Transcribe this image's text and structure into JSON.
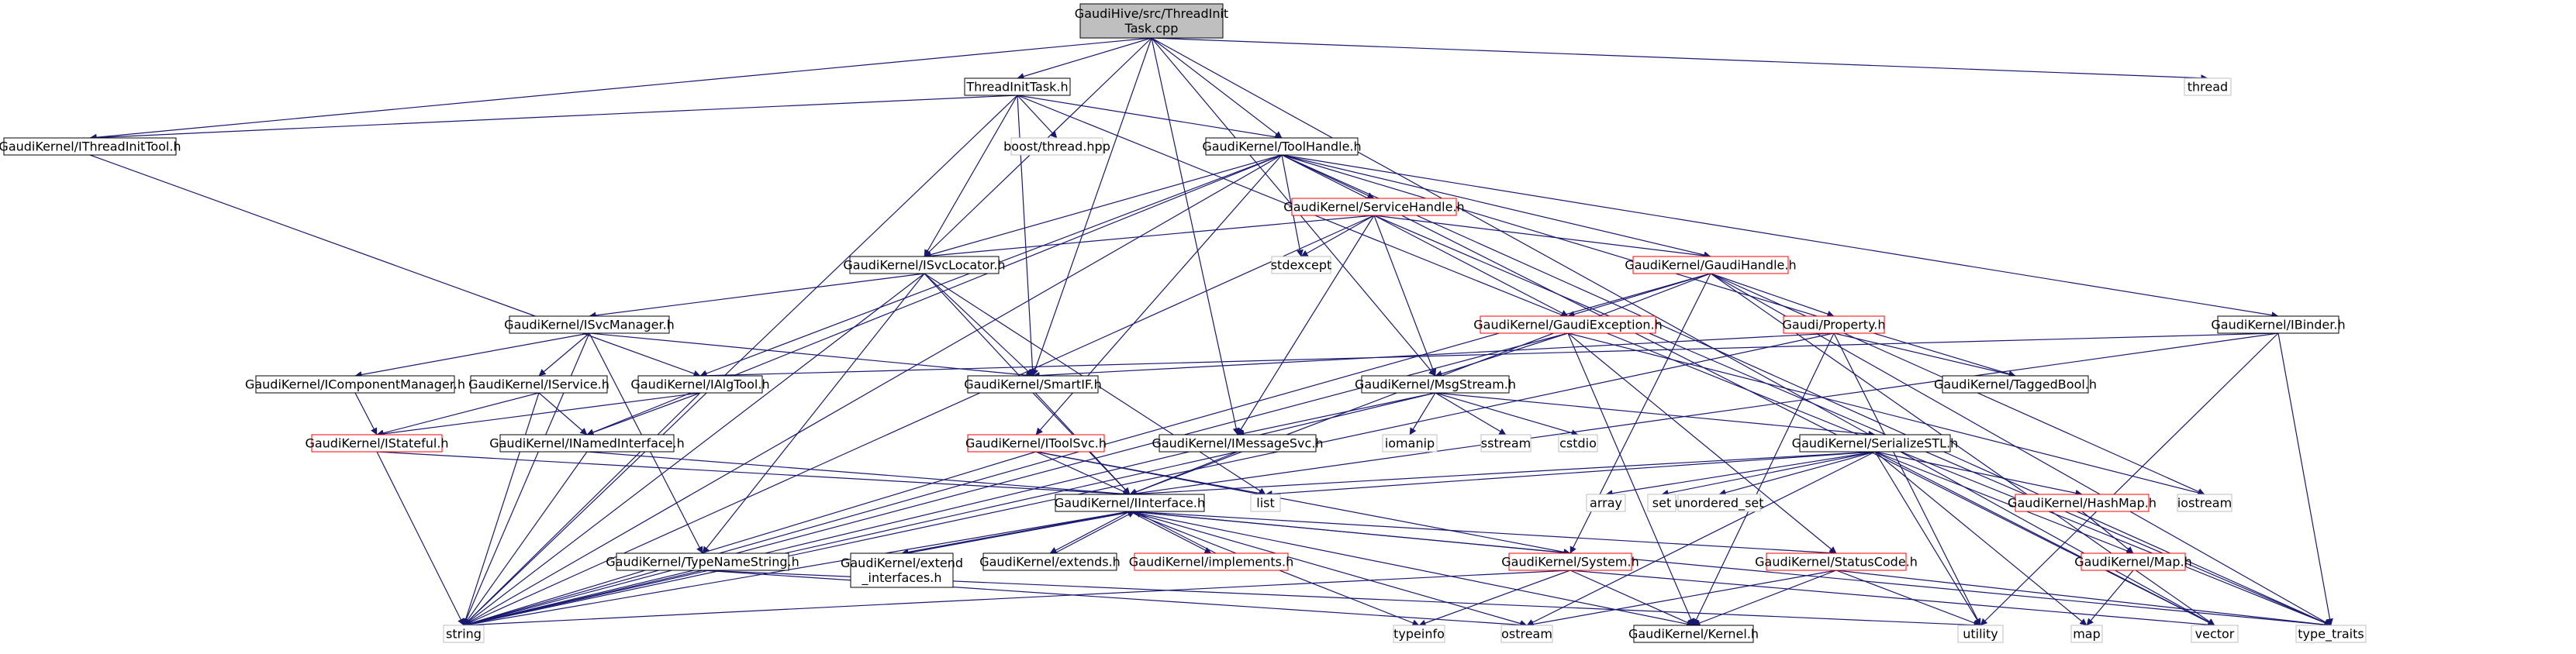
{
  "diagram": {
    "type": "include-dependency-graph",
    "colors": {
      "edge": "#191970",
      "root_fill": "#bfbfbf",
      "node_border_black": "#000000",
      "node_border_red": "#ff0000",
      "node_border_grey": "#bfbfbf",
      "text": "#000000"
    },
    "nodes": [
      {
        "id": "root",
        "lines": [
          "GaudiHive/src/ThreadInit",
          "Task.cpp"
        ],
        "style": "root"
      },
      {
        "id": "tit_h",
        "lines": [
          "ThreadInitTask.h"
        ],
        "style": "black"
      },
      {
        "id": "thread",
        "lines": [
          "thread"
        ],
        "style": "grey"
      },
      {
        "id": "ithreadinittool",
        "lines": [
          "GaudiKernel/IThreadInitTool.h"
        ],
        "style": "black"
      },
      {
        "id": "boost_thread",
        "lines": [
          "boost/thread.hpp"
        ],
        "style": "grey"
      },
      {
        "id": "toolhandle",
        "lines": [
          "GaudiKernel/ToolHandle.h"
        ],
        "style": "black"
      },
      {
        "id": "servicehandle",
        "lines": [
          "GaudiKernel/ServiceHandle.h"
        ],
        "style": "red"
      },
      {
        "id": "isvclocator",
        "lines": [
          "GaudiKernel/ISvcLocator.h"
        ],
        "style": "black"
      },
      {
        "id": "stdexcept",
        "lines": [
          "stdexcept"
        ],
        "style": "grey"
      },
      {
        "id": "gaudihandle",
        "lines": [
          "GaudiKernel/GaudiHandle.h"
        ],
        "style": "red"
      },
      {
        "id": "ibinder",
        "lines": [
          "GaudiKernel/IBinder.h"
        ],
        "style": "black"
      },
      {
        "id": "isvcmanager",
        "lines": [
          "GaudiKernel/ISvcManager.h"
        ],
        "style": "black"
      },
      {
        "id": "gaudiexception",
        "lines": [
          "GaudiKernel/GaudiException.h"
        ],
        "style": "red"
      },
      {
        "id": "gaudiproperty",
        "lines": [
          "Gaudi/Property.h"
        ],
        "style": "red"
      },
      {
        "id": "icomponentmanager",
        "lines": [
          "GaudiKernel/IComponentManager.h"
        ],
        "style": "black"
      },
      {
        "id": "iservice",
        "lines": [
          "GaudiKernel/IService.h"
        ],
        "style": "black"
      },
      {
        "id": "ialgtool",
        "lines": [
          "GaudiKernel/IAlgTool.h"
        ],
        "style": "black"
      },
      {
        "id": "smartif",
        "lines": [
          "GaudiKernel/SmartIF.h"
        ],
        "style": "black"
      },
      {
        "id": "msgstream",
        "lines": [
          "GaudiKernel/MsgStream.h"
        ],
        "style": "black"
      },
      {
        "id": "taggedbool",
        "lines": [
          "GaudiKernel/TaggedBool.h"
        ],
        "style": "black"
      },
      {
        "id": "istateful",
        "lines": [
          "GaudiKernel/IStateful.h"
        ],
        "style": "red"
      },
      {
        "id": "inamedinterface",
        "lines": [
          "GaudiKernel/INamedInterface.h"
        ],
        "style": "black"
      },
      {
        "id": "itoolsvc",
        "lines": [
          "GaudiKernel/IToolSvc.h"
        ],
        "style": "red"
      },
      {
        "id": "imessagesvc",
        "lines": [
          "GaudiKernel/IMessageSvc.h"
        ],
        "style": "black"
      },
      {
        "id": "iomanip",
        "lines": [
          "iomanip"
        ],
        "style": "grey"
      },
      {
        "id": "sstream",
        "lines": [
          "sstream"
        ],
        "style": "grey"
      },
      {
        "id": "cstdio",
        "lines": [
          "cstdio"
        ],
        "style": "grey"
      },
      {
        "id": "serializestl",
        "lines": [
          "GaudiKernel/SerializeSTL.h"
        ],
        "style": "black"
      },
      {
        "id": "list",
        "lines": [
          "list"
        ],
        "style": "grey"
      },
      {
        "id": "array",
        "lines": [
          "array"
        ],
        "style": "grey"
      },
      {
        "id": "set",
        "lines": [
          "set"
        ],
        "style": "grey"
      },
      {
        "id": "unordered_set",
        "lines": [
          "unordered_set"
        ],
        "style": "grey"
      },
      {
        "id": "hashmap",
        "lines": [
          "GaudiKernel/HashMap.h"
        ],
        "style": "red"
      },
      {
        "id": "iostream",
        "lines": [
          "iostream"
        ],
        "style": "grey"
      },
      {
        "id": "iinterface",
        "lines": [
          "GaudiKernel/IInterface.h"
        ],
        "style": "black"
      },
      {
        "id": "mapheader",
        "lines": [
          "GaudiKernel/Map.h"
        ],
        "style": "red"
      },
      {
        "id": "extend_interfaces",
        "lines": [
          "GaudiKernel/extend",
          "_interfaces.h"
        ],
        "style": "black"
      },
      {
        "id": "extends",
        "lines": [
          "GaudiKernel/extends.h"
        ],
        "style": "black"
      },
      {
        "id": "implements",
        "lines": [
          "GaudiKernel/implements.h"
        ],
        "style": "red"
      },
      {
        "id": "system",
        "lines": [
          "GaudiKernel/System.h"
        ],
        "style": "red"
      },
      {
        "id": "statuscode",
        "lines": [
          "GaudiKernel/StatusCode.h"
        ],
        "style": "red"
      },
      {
        "id": "typenamestring",
        "lines": [
          "GaudiKernel/TypeNameString.h"
        ],
        "style": "black"
      },
      {
        "id": "string",
        "lines": [
          "string"
        ],
        "style": "grey"
      },
      {
        "id": "typeinfo",
        "lines": [
          "typeinfo"
        ],
        "style": "grey"
      },
      {
        "id": "ostream",
        "lines": [
          "ostream"
        ],
        "style": "grey"
      },
      {
        "id": "kernel",
        "lines": [
          "GaudiKernel/Kernel.h"
        ],
        "style": "black"
      },
      {
        "id": "utility",
        "lines": [
          "utility"
        ],
        "style": "grey"
      },
      {
        "id": "map",
        "lines": [
          "map"
        ],
        "style": "grey"
      },
      {
        "id": "vector",
        "lines": [
          "vector"
        ],
        "style": "grey"
      },
      {
        "id": "type_traits",
        "lines": [
          "type_traits"
        ],
        "style": "grey"
      }
    ],
    "edges": [
      [
        "root",
        "tit_h"
      ],
      [
        "root",
        "thread"
      ],
      [
        "root",
        "ithreadinittool"
      ],
      [
        "root",
        "toolhandle"
      ],
      [
        "root",
        "isvclocator"
      ],
      [
        "root",
        "smartif"
      ],
      [
        "root",
        "msgstream"
      ],
      [
        "root",
        "imessagesvc"
      ],
      [
        "root",
        "vector"
      ],
      [
        "tit_h",
        "ithreadinittool"
      ],
      [
        "tit_h",
        "boost_thread"
      ],
      [
        "tit_h",
        "toolhandle"
      ],
      [
        "tit_h",
        "isvclocator"
      ],
      [
        "tit_h",
        "smartif"
      ],
      [
        "tit_h",
        "string"
      ],
      [
        "tit_h",
        "type_traits"
      ],
      [
        "ithreadinittool",
        "ialgtool"
      ],
      [
        "toolhandle",
        "servicehandle"
      ],
      [
        "toolhandle",
        "gaudihandle"
      ],
      [
        "toolhandle",
        "isvclocator"
      ],
      [
        "toolhandle",
        "ialgtool"
      ],
      [
        "toolhandle",
        "inamedinterface"
      ],
      [
        "toolhandle",
        "itoolsvc"
      ],
      [
        "toolhandle",
        "stdexcept"
      ],
      [
        "toolhandle",
        "string"
      ],
      [
        "toolhandle",
        "type_traits"
      ],
      [
        "toolhandle",
        "ibinder"
      ],
      [
        "toolhandle",
        "taggedbool"
      ],
      [
        "toolhandle",
        "vector"
      ],
      [
        "servicehandle",
        "isvclocator"
      ],
      [
        "servicehandle",
        "gaudihandle"
      ],
      [
        "servicehandle",
        "gaudiexception"
      ],
      [
        "servicehandle",
        "msgstream"
      ],
      [
        "servicehandle",
        "imessagesvc"
      ],
      [
        "servicehandle",
        "stdexcept"
      ],
      [
        "servicehandle",
        "string"
      ],
      [
        "servicehandle",
        "type_traits"
      ],
      [
        "isvclocator",
        "isvcmanager"
      ],
      [
        "isvclocator",
        "smartif"
      ],
      [
        "isvclocator",
        "iinterface"
      ],
      [
        "isvclocator",
        "typenamestring"
      ],
      [
        "isvclocator",
        "list"
      ],
      [
        "isvclocator",
        "string"
      ],
      [
        "gaudihandle",
        "gaudiexception"
      ],
      [
        "gaudihandle",
        "gaudiproperty"
      ],
      [
        "gaudihandle",
        "iinterface"
      ],
      [
        "gaudihandle",
        "system"
      ],
      [
        "gaudihandle",
        "string"
      ],
      [
        "gaudihandle",
        "vector"
      ],
      [
        "gaudihandle",
        "type_traits"
      ],
      [
        "gaudihandle",
        "iostream"
      ],
      [
        "ibinder",
        "ialgtool"
      ],
      [
        "ibinder",
        "iinterface"
      ],
      [
        "ibinder",
        "utility"
      ],
      [
        "ibinder",
        "type_traits"
      ],
      [
        "isvcmanager",
        "icomponentmanager"
      ],
      [
        "isvcmanager",
        "iservice"
      ],
      [
        "isvcmanager",
        "smartif"
      ],
      [
        "isvcmanager",
        "typenamestring"
      ],
      [
        "isvcmanager",
        "string"
      ],
      [
        "gaudiexception",
        "msgstream"
      ],
      [
        "gaudiexception",
        "statuscode"
      ],
      [
        "gaudiexception",
        "kernel"
      ],
      [
        "gaudiexception",
        "string"
      ],
      [
        "gaudiexception",
        "iostream"
      ],
      [
        "gaudiproperty",
        "taggedbool"
      ],
      [
        "gaudiproperty",
        "smartif"
      ],
      [
        "gaudiproperty",
        "kernel"
      ],
      [
        "gaudiproperty",
        "string"
      ],
      [
        "gaudiproperty",
        "utility"
      ],
      [
        "icomponentmanager",
        "istateful"
      ],
      [
        "iservice",
        "istateful"
      ],
      [
        "iservice",
        "inamedinterface"
      ],
      [
        "iservice",
        "string"
      ],
      [
        "ialgtool",
        "istateful"
      ],
      [
        "ialgtool",
        "inamedinterface"
      ],
      [
        "ialgtool",
        "string"
      ],
      [
        "smartif",
        "iinterface"
      ],
      [
        "msgstream",
        "imessagesvc"
      ],
      [
        "msgstream",
        "serializestl"
      ],
      [
        "msgstream",
        "iomanip"
      ],
      [
        "msgstream",
        "sstream"
      ],
      [
        "msgstream",
        "cstdio"
      ],
      [
        "msgstream",
        "string"
      ],
      [
        "istateful",
        "iinterface"
      ],
      [
        "istateful",
        "string"
      ],
      [
        "inamedinterface",
        "iinterface"
      ],
      [
        "inamedinterface",
        "string"
      ],
      [
        "itoolsvc",
        "iinterface"
      ],
      [
        "itoolsvc",
        "list"
      ],
      [
        "itoolsvc",
        "string"
      ],
      [
        "itoolsvc",
        "system"
      ],
      [
        "imessagesvc",
        "iinterface"
      ],
      [
        "imessagesvc",
        "string"
      ],
      [
        "serializestl",
        "array"
      ],
      [
        "serializestl",
        "set"
      ],
      [
        "serializestl",
        "unordered_set"
      ],
      [
        "serializestl",
        "hashmap"
      ],
      [
        "serializestl",
        "mapheader"
      ],
      [
        "serializestl",
        "list"
      ],
      [
        "serializestl",
        "ostream"
      ],
      [
        "serializestl",
        "utility"
      ],
      [
        "serializestl",
        "map"
      ],
      [
        "serializestl",
        "vector"
      ],
      [
        "serializestl",
        "iinterface"
      ],
      [
        "hashmap",
        "mapheader"
      ],
      [
        "mapheader",
        "map"
      ],
      [
        "iinterface",
        "extend_interfaces"
      ],
      [
        "iinterface",
        "extends"
      ],
      [
        "iinterface",
        "implements"
      ],
      [
        "iinterface",
        "system"
      ],
      [
        "iinterface",
        "statuscode"
      ],
      [
        "iinterface",
        "kernel"
      ],
      [
        "iinterface",
        "typeinfo"
      ],
      [
        "iinterface",
        "ostream"
      ],
      [
        "iinterface",
        "type_traits"
      ],
      [
        "iinterface",
        "string"
      ],
      [
        "extend_interfaces",
        "iinterface"
      ],
      [
        "extends",
        "iinterface"
      ],
      [
        "implements",
        "iinterface"
      ],
      [
        "system",
        "kernel"
      ],
      [
        "system",
        "string"
      ],
      [
        "system",
        "typeinfo"
      ],
      [
        "system",
        "vector"
      ],
      [
        "statuscode",
        "kernel"
      ],
      [
        "statuscode",
        "ostream"
      ],
      [
        "statuscode",
        "utility"
      ],
      [
        "statuscode",
        "type_traits"
      ],
      [
        "typenamestring",
        "string"
      ],
      [
        "typenamestring",
        "ostream"
      ],
      [
        "typenamestring",
        "utility"
      ]
    ]
  }
}
